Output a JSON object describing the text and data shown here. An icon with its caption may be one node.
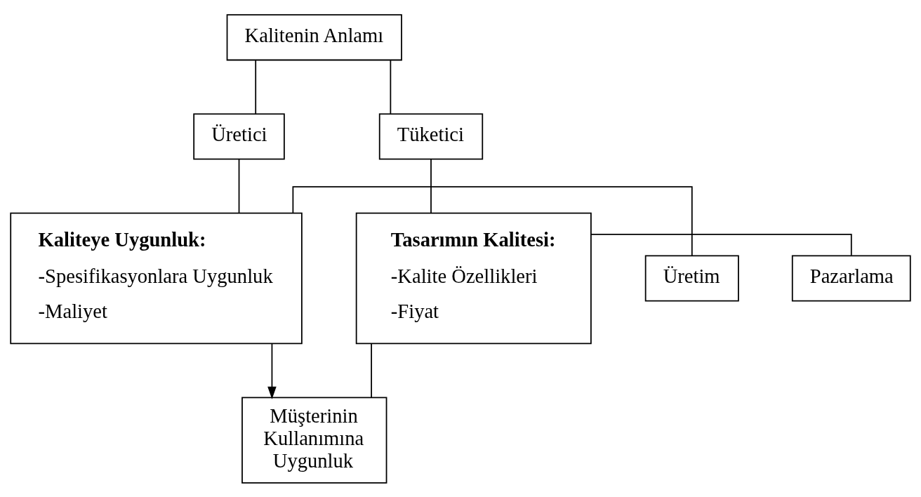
{
  "diagram": {
    "nodes": [
      {
        "text": [
          "Kalitenin Anlamı"
        ]
      },
      {
        "text": [
          "Üretici"
        ]
      },
      {
        "text": [
          "Tüketici"
        ]
      },
      {
        "text": [
          "Üretim"
        ]
      },
      {
        "text": [
          "Kaliteye Uygunluk:",
          "-Spesifikasyonlara Uygunluk",
          "-Maliyet"
        ]
      },
      {
        "text": [
          "Tasarımın Kalitesi:",
          "-Kalite Özellikleri",
          "-Fiyat"
        ]
      },
      {
        "text": [
          "Pazarlama"
        ]
      },
      {
        "text": [
          "Müşterinin Kullanımına Uygunluk"
        ]
      }
    ],
    "edges": [
      {
        "from": 0,
        "to": 1,
        "arrow": "none"
      },
      {
        "from": 0,
        "to": 2,
        "arrow": "none"
      },
      {
        "from": 1,
        "to": 4,
        "arrow": "none"
      },
      {
        "from": 2,
        "to": 5,
        "arrow": "none"
      },
      {
        "from": 3,
        "to": 4,
        "arrow": "none"
      },
      {
        "from": 5,
        "to": 6,
        "arrow": "none"
      },
      {
        "from": 5,
        "to": 7,
        "arrow": "none"
      },
      {
        "from": 4,
        "to": 7,
        "arrow": "to"
      }
    ]
  }
}
